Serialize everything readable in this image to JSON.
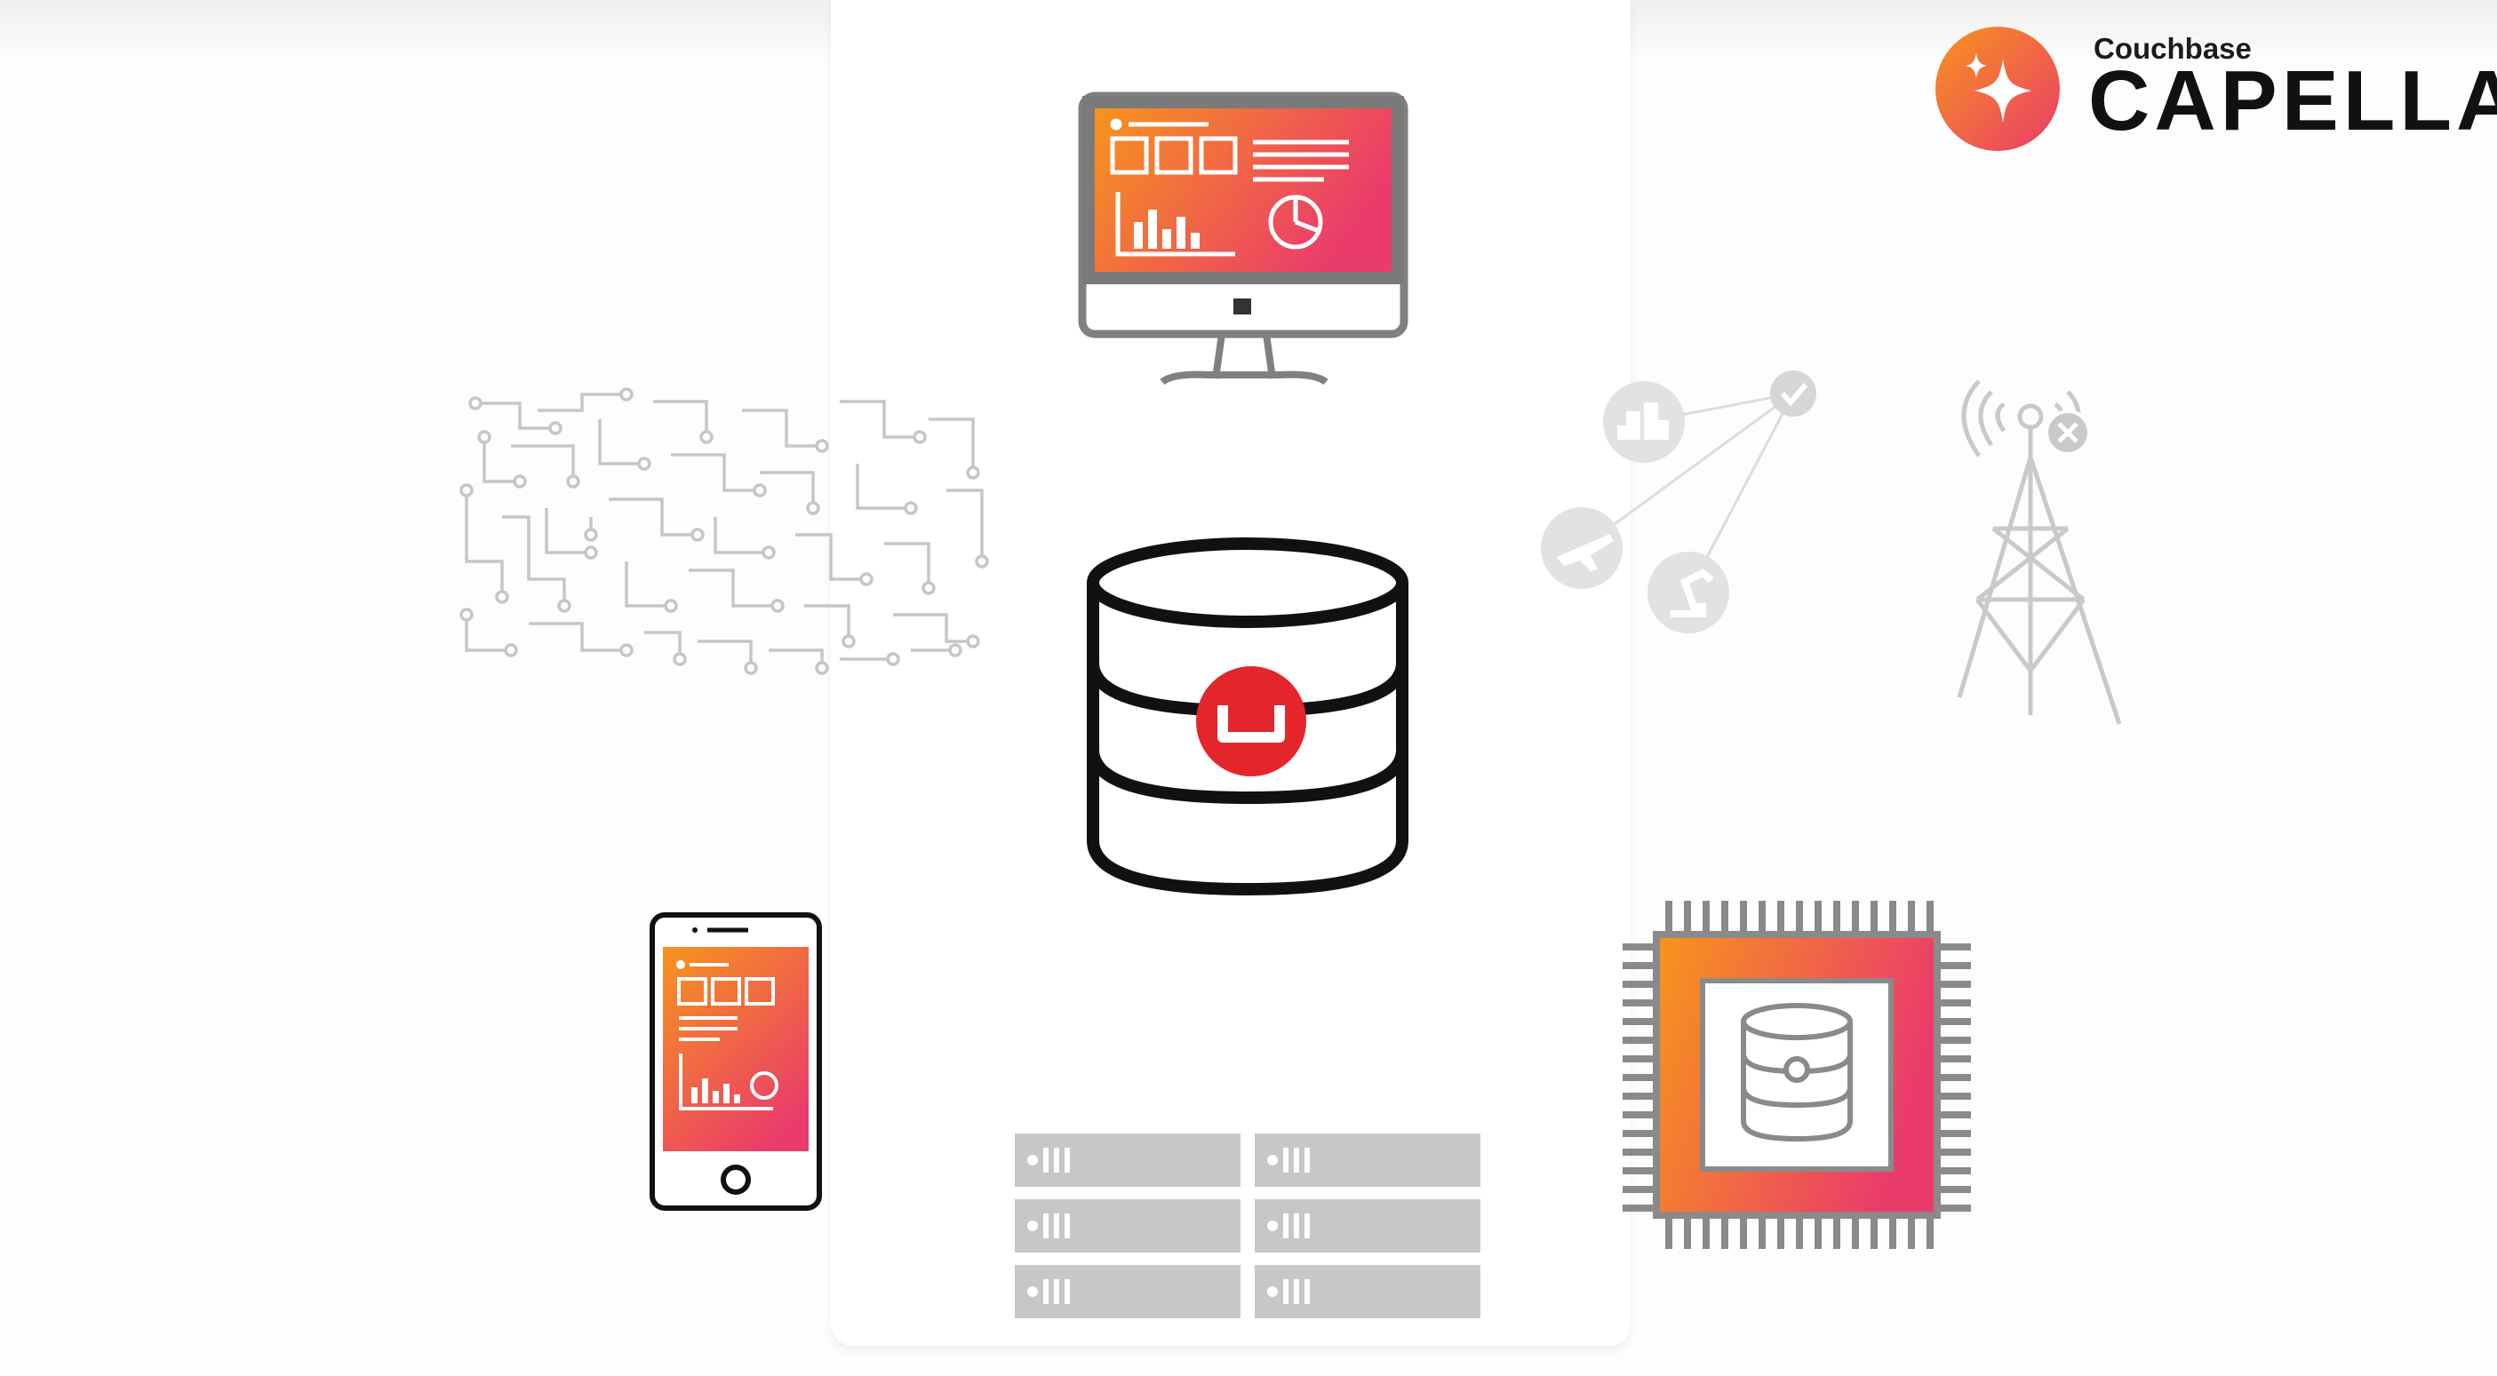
{
  "brand": {
    "line1": "Couchbase",
    "line2": "CAPELLA",
    "logo_icon": "sparkle-icon"
  },
  "nodes": [
    {
      "name": "desktop-dashboard",
      "icon": "monitor-icon"
    },
    {
      "name": "central-database",
      "icon": "database-icon"
    },
    {
      "name": "circuit-network",
      "icon": "circuit-icon"
    },
    {
      "name": "iot-connections",
      "icon": "network-icon"
    },
    {
      "name": "cell-tower",
      "icon": "cell-tower-icon"
    },
    {
      "name": "mobile-device",
      "icon": "smartphone-icon"
    },
    {
      "name": "server-rack",
      "icon": "server-rack-icon"
    },
    {
      "name": "embedded-chip",
      "icon": "chip-icon"
    }
  ],
  "colors": {
    "gradient_start": "#f7941d",
    "gradient_end": "#ea3c6b",
    "couchbase_red": "#e4252c",
    "muted_gray": "#c8c8c8",
    "outline": "#111111"
  }
}
